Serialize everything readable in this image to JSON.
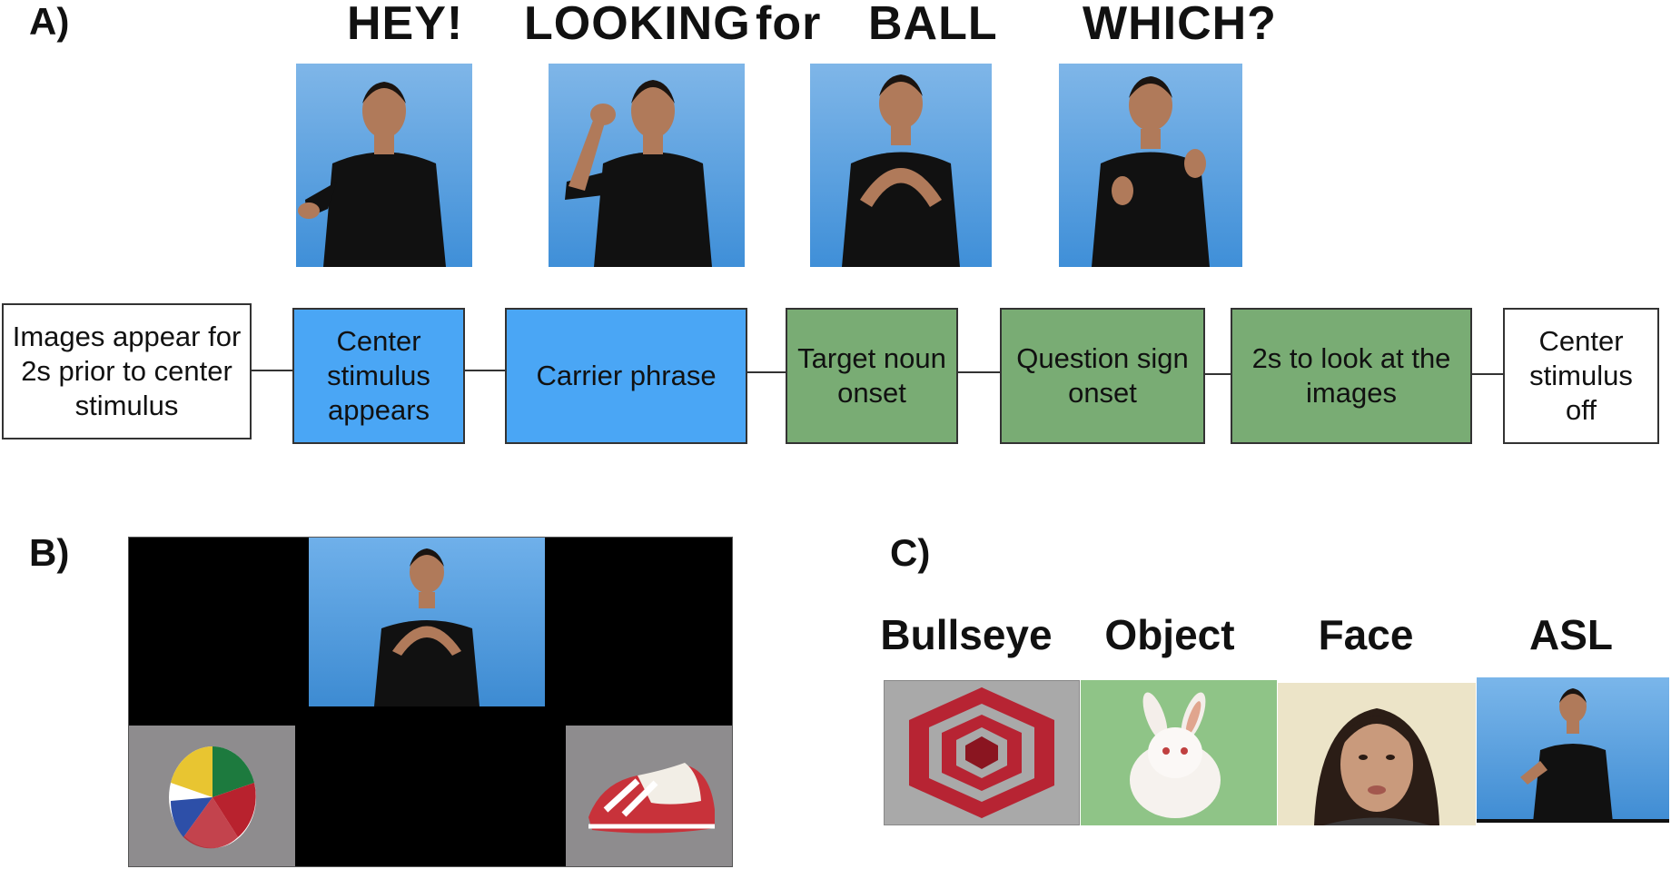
{
  "panels": {
    "a_label": "A)",
    "b_label": "B)",
    "c_label": "C)"
  },
  "sign_sequence": [
    {
      "word": "HEY!"
    },
    {
      "word": "LOOKING"
    },
    {
      "word": "for"
    },
    {
      "word": "BALL"
    },
    {
      "word": "WHICH?"
    }
  ],
  "timeline": [
    {
      "text": "Images appear for 2s prior to center stimulus",
      "color": "white"
    },
    {
      "text": "Center stimulus appears",
      "color": "blue"
    },
    {
      "text": "Carrier phrase",
      "color": "blue"
    },
    {
      "text": "Target noun onset",
      "color": "green"
    },
    {
      "text": "Question sign onset",
      "color": "green"
    },
    {
      "text": "2s to look at the images",
      "color": "green"
    },
    {
      "text": "Center stimulus off",
      "color": "white"
    }
  ],
  "stimuli": [
    {
      "label": "Bullseye"
    },
    {
      "label": "Object"
    },
    {
      "label": "Face"
    },
    {
      "label": "ASL"
    }
  ],
  "colors": {
    "blue_box": "#4aa6f5",
    "green_box": "#79ac74",
    "video_background": "#4f99dd",
    "screen_black": "#000000",
    "object_gray": "#8e8c8e"
  }
}
